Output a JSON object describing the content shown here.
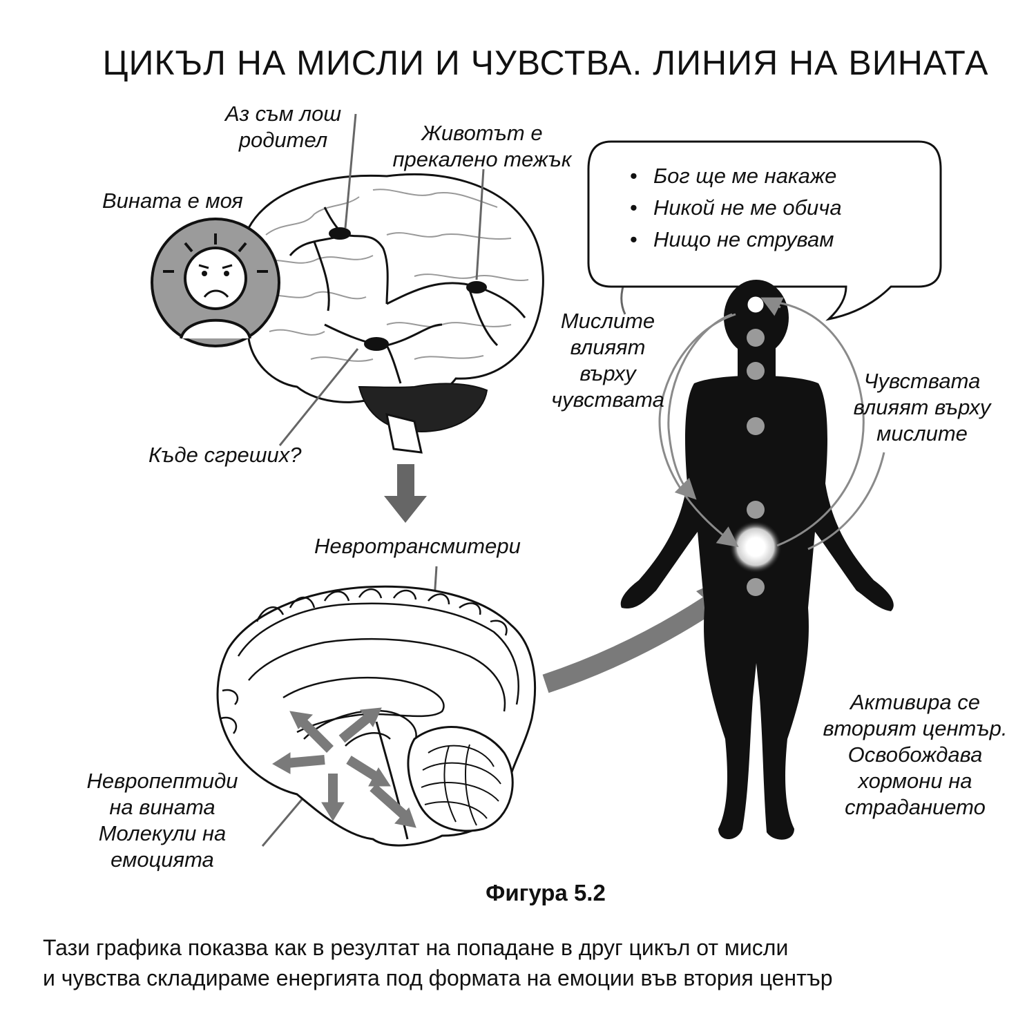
{
  "title": "ЦИКЪЛ НА МИСЛИ И ЧУВСТВА. ЛИНИЯ НА ВИНАТА",
  "brain_labels": {
    "bad_parent": [
      "Аз съм лош",
      "родител"
    ],
    "life_too_hard": [
      "Животът е",
      "прекалено тежък"
    ],
    "my_fault": "Вината е моя",
    "where_wrong": "Къде сгреших?"
  },
  "thought_bubble": {
    "items": [
      "Бог ще ме накаже",
      "Никой не ме обича",
      "Нищо не струвам"
    ]
  },
  "thoughts_affect_feelings": [
    "Мислите",
    "влияят",
    "върху",
    "чувствата"
  ],
  "feelings_affect_thoughts": [
    "Чувствата",
    "влияят върху",
    "мислите"
  ],
  "neurotransmitters": "Невротрансмитери",
  "neuropeptides": [
    "Невропептиди",
    "на вината",
    "Молекули на",
    "емоцията"
  ],
  "second_center": [
    "Активира се",
    "вторият център.",
    "Освобождава",
    "хормони на",
    "страданието"
  ],
  "figure_label": "Фигура 5.2",
  "caption": [
    "Тази графика показва как в резултат на попадане в друг цикъл от мисли",
    "и чувства складираме енергията под формата на емоции във втория център"
  ],
  "colors": {
    "ink": "#111111",
    "arrow_gray": "#7a7a7a",
    "chakra_gray": "#9a9a9a",
    "face_gray": "#9b9b9b"
  }
}
